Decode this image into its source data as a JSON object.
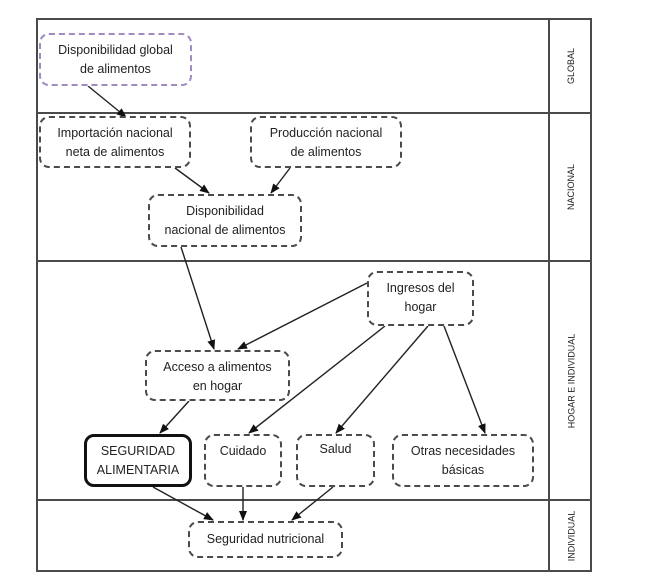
{
  "diagram": {
    "levels": [
      {
        "id": "global",
        "label": "GLOBAL"
      },
      {
        "id": "nacional",
        "label": "NACIONAL"
      },
      {
        "id": "hogar",
        "label": "HOGAR E INDIVIDUAL"
      },
      {
        "id": "individual",
        "label": "INDIVIDUAL"
      }
    ],
    "nodes": {
      "disp_global": {
        "line1": "Disponibilidad global",
        "line2": "de alimentos",
        "level": "global"
      },
      "importacion": {
        "line1": "Importación nacional",
        "line2": "neta de alimentos",
        "level": "nacional"
      },
      "produccion": {
        "line1": "Producción nacional",
        "line2": "de alimentos",
        "level": "nacional"
      },
      "disp_nacional": {
        "line1": "Disponibilidad",
        "line2": "nacional de alimentos",
        "level": "nacional"
      },
      "ingresos": {
        "line1": "Ingresos del",
        "line2": "hogar",
        "level": "hogar"
      },
      "acceso": {
        "line1": "Acceso a alimentos",
        "line2": "en hogar",
        "level": "hogar"
      },
      "seguridad_alimentaria": {
        "line1": "SEGURIDAD",
        "line2": "ALIMENTARIA",
        "level": "hogar",
        "emphasis": "solid-bold"
      },
      "cuidado": {
        "line1": "Cuidado",
        "line2": "",
        "level": "hogar"
      },
      "salud": {
        "line1": "Salud",
        "line2": "",
        "level": "hogar"
      },
      "otras": {
        "line1": "Otras necesidades",
        "line2": "básicas",
        "level": "hogar"
      },
      "seguridad_nutricional": {
        "line1": "Seguridad nutricional",
        "line2": "",
        "level": "individual"
      }
    },
    "edges": [
      {
        "from": "disp_global",
        "to": "importacion"
      },
      {
        "from": "importacion",
        "to": "disp_nacional"
      },
      {
        "from": "produccion",
        "to": "disp_nacional"
      },
      {
        "from": "disp_nacional",
        "to": "acceso"
      },
      {
        "from": "ingresos",
        "to": "acceso"
      },
      {
        "from": "ingresos",
        "to": "cuidado"
      },
      {
        "from": "ingresos",
        "to": "salud"
      },
      {
        "from": "ingresos",
        "to": "otras"
      },
      {
        "from": "acceso",
        "to": "seguridad_alimentaria"
      },
      {
        "from": "seguridad_alimentaria",
        "to": "seguridad_nutricional"
      },
      {
        "from": "cuidado",
        "to": "seguridad_nutricional"
      },
      {
        "from": "salud",
        "to": "seguridad_nutricional"
      }
    ],
    "colors": {
      "line": "#4a4a4a",
      "global_border": "#a08cc0",
      "text": "#222222"
    }
  }
}
